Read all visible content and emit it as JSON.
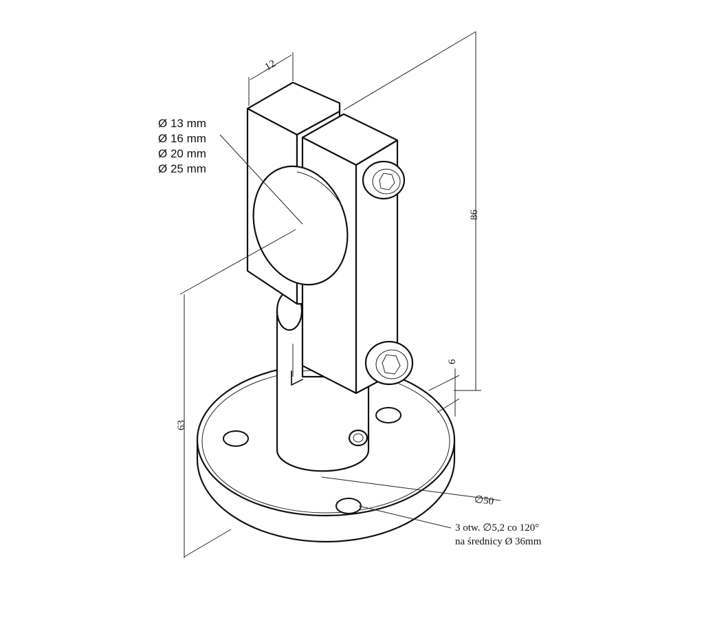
{
  "diameter_options": [
    "Ø 13 mm",
    "Ø 16 mm",
    "Ø 20 mm",
    "Ø 25 mm"
  ],
  "dimensions": {
    "clamp_width": "12",
    "total_height": "86",
    "base_height": "63",
    "screw_offset": "6",
    "base_diameter": "∅50"
  },
  "note": {
    "line1": "3 otw. ∅5,2 co 120°",
    "line2": "na średnicy Ø 36mm"
  }
}
